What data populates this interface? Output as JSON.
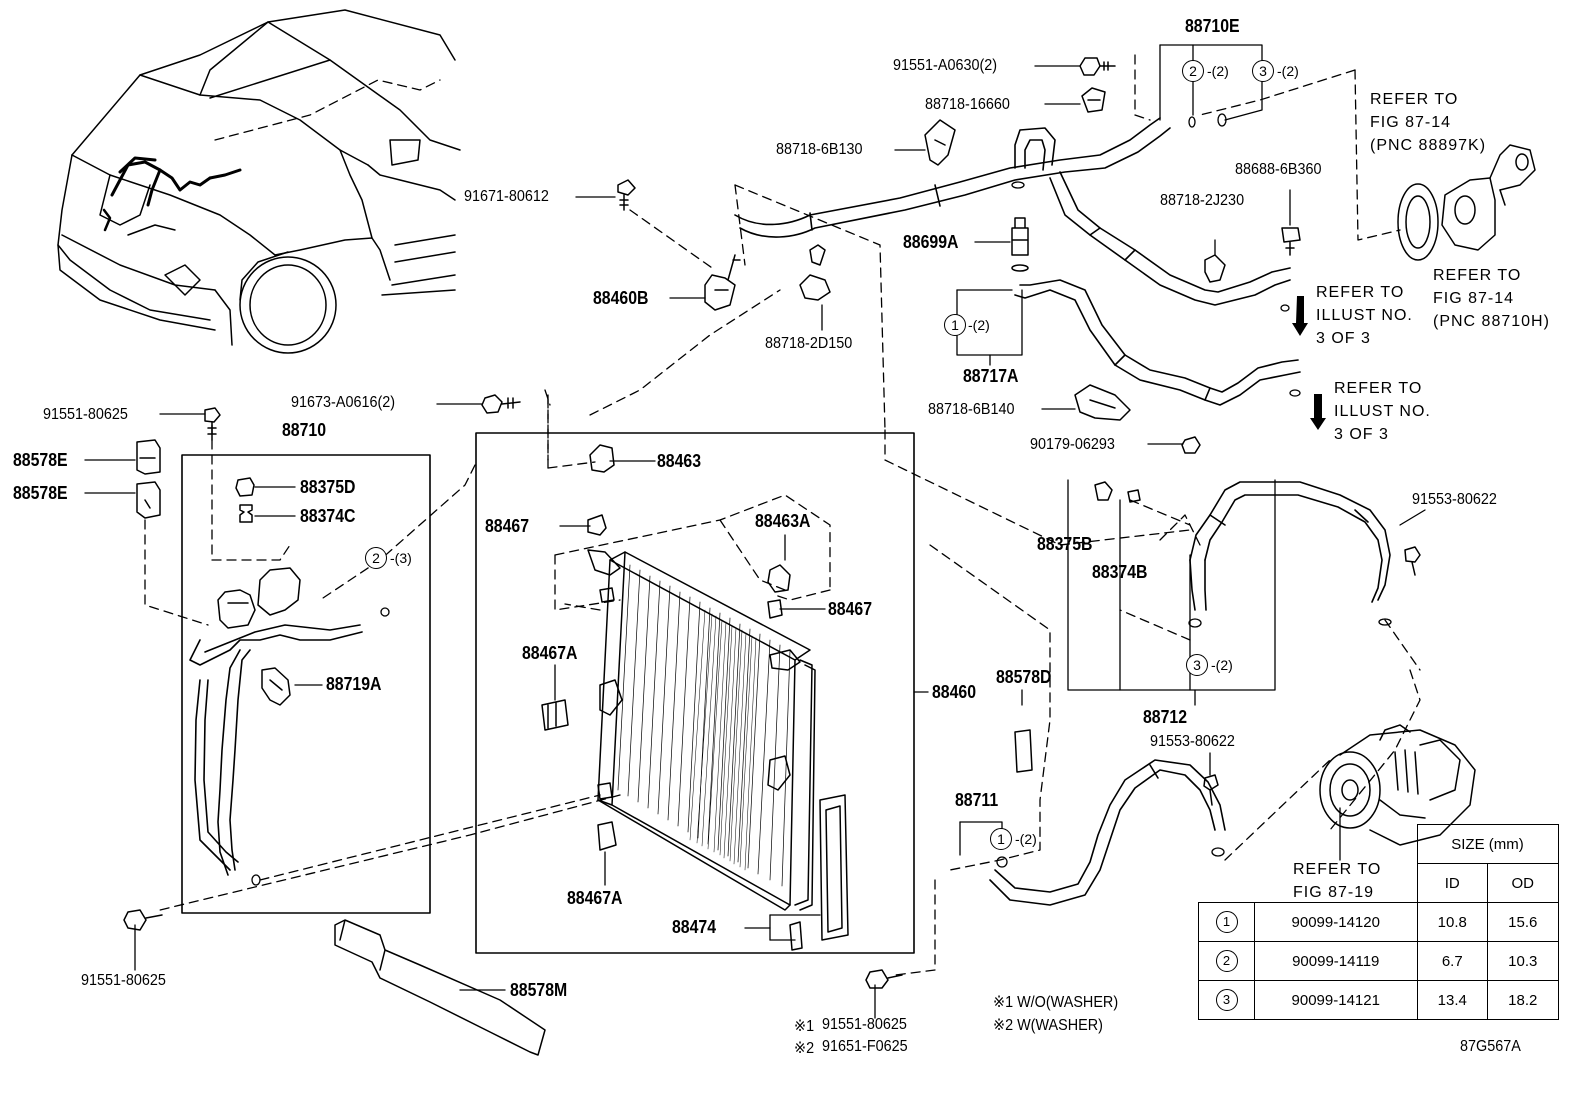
{
  "labels": {
    "p88710E": "88710E",
    "p91551A0630": "91551-A0630(2)",
    "p8871816660": "88718-16660",
    "p887186B130": "88718-6B130",
    "p9167180612": "91671-80612",
    "p88460B": "88460B",
    "p887182D150": "88718-2D150",
    "p88699A": "88699A",
    "p886886B360": "88688-6B360",
    "p887182J230": "88718-2J230",
    "p88717A": "88717A",
    "p887186B140": "88718-6B140",
    "p9017906293": "90179-06293",
    "p91673A0616": "91673-A0616(2)",
    "p9155180625a": "91551-80625",
    "p88710": "88710",
    "p88578Ea": "88578E",
    "p88578Eb": "88578E",
    "p88375D": "88375D",
    "p88374C": "88374C",
    "p88719A": "88719A",
    "p88463": "88463",
    "p88467a": "88467",
    "p88463A": "88463A",
    "p88467b": "88467",
    "p88467Aa": "88467A",
    "p88467Ab": "88467A",
    "p88474": "88474",
    "p88460": "88460",
    "p88578D": "88578D",
    "p88375B": "88375B",
    "p88374B": "88374B",
    "p9155380622a": "91553-80622",
    "p88712": "88712",
    "p9155380622b": "91553-80622",
    "p88711": "88711",
    "p9155180625b": "91551-80625",
    "p88578M": "88578M",
    "p9155180625c": "91551-80625",
    "p91651F0625": "91651-F0625",
    "note1_mark": "※1",
    "note2_mark": "※2",
    "legend1": "※1 W/O(WASHER)",
    "legend2": "※2 W(WASHER)",
    "figure_code": "87G567A"
  },
  "refs": {
    "ref_top_1": "REFER TO",
    "ref_top_2": "FIG 87-14",
    "ref_top_3": "(PNC 88897K)",
    "ref_mid_1": "REFER TO",
    "ref_mid_2": "FIG 87-14",
    "ref_mid_3": "(PNC 88710H)",
    "ref_il1_1": "REFER TO",
    "ref_il1_2": "ILLUST NO.",
    "ref_il1_3": "3 OF 3",
    "ref_il2_1": "REFER TO",
    "ref_il2_2": "ILLUST NO.",
    "ref_il2_3": "3 OF 3",
    "ref_comp_1": "REFER TO",
    "ref_comp_2": "FIG 87-19"
  },
  "callouts": {
    "c2": "2",
    "c3": "3",
    "c1": "1",
    "q2": "-(2)",
    "q3": "-(2)",
    "q1": "-(2)",
    "q2b": "-(3)",
    "q3b": "-(2)",
    "q1b": "-(2)"
  },
  "size_table": {
    "header": "SIZE (mm)",
    "col_id": "ID",
    "col_od": "OD",
    "rows": [
      {
        "num": "1",
        "part": "90099-14120",
        "id": "10.8",
        "od": "15.6"
      },
      {
        "num": "2",
        "part": "90099-14119",
        "id": "6.7",
        "od": "10.3"
      },
      {
        "num": "3",
        "part": "90099-14121",
        "id": "13.4",
        "od": "18.2"
      }
    ]
  }
}
